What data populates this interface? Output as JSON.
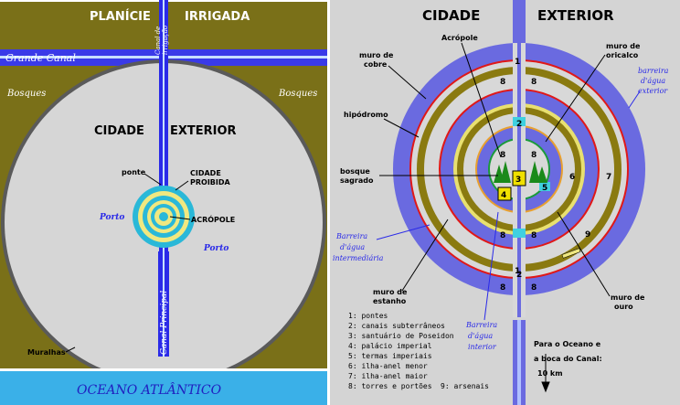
{
  "left": {
    "plain_word1": "PLANÍCIE",
    "plain_word2": "IRRIGADA",
    "grand_canal": "Grande Canal",
    "irrig_canal_1": "Canal de",
    "irrig_canal_2": "irrigação",
    "forest_left": "Bosques",
    "forest_right": "Bosques",
    "city_word1": "CIDADE",
    "city_word2": "EXTERIOR",
    "bridge": "ponte",
    "forbidden_1": "CIDADE",
    "forbidden_2": "PROIBIDA",
    "acropolis": "ACRÓPOLE",
    "port_left": "Porto",
    "port_right": "Porto",
    "main_canal": "Canal Principal",
    "walls": "Muralhas",
    "ocean": "OCEANO ATLÂNTICO",
    "colors": {
      "plain": "#7a7018",
      "city": "#d4d4d4",
      "canal": "#2a2ae0",
      "ocean": "#3ab0e8"
    }
  },
  "right": {
    "city_word1": "CIDADE",
    "city_word2": "EXTERIOR",
    "acropole": "Acrópole",
    "copper_wall_1": "muro de",
    "copper_wall_2": "cobre",
    "oricalc_wall_1": "muro de",
    "oricalc_wall_2": "oricalco",
    "barrier_ext_1": "barreira",
    "barrier_ext_2": "d'água",
    "barrier_ext_3": "exterior",
    "hippodrome": "hipódromo",
    "sacred_1": "bosque",
    "sacred_2": "sagrado",
    "barrier_mid_1": "Barreira",
    "barrier_mid_2": "d'água",
    "barrier_mid_3": "intermediária",
    "tin_wall_1": "muro de",
    "tin_wall_2": "estanho",
    "gold_wall_1": "muro de",
    "gold_wall_2": "ouro",
    "barrier_int_1": "Barreira",
    "barrier_int_2": "d'água",
    "barrier_int_3": "interior",
    "ocean_note_1": "Para o Oceano e",
    "ocean_note_2": "a boca do Canal:",
    "ocean_note_3": "10 km",
    "legend": [
      "1: pontes",
      "2: canais subterrâneos",
      "3: santuário de Poseidon",
      "4: palácio imperial",
      "5: termas imperiais",
      "6: ilha-anel menor",
      "7: ilha-anel maior",
      "8: torres e portões"
    ],
    "legend_extra": "9: arsenais",
    "markers": {
      "m1": "1",
      "m2": "2",
      "m3": "3",
      "m4": "4",
      "m5": "5",
      "m6": "6",
      "m7": "7",
      "m8": "8",
      "m9": "9"
    },
    "colors": {
      "bg": "#d4d4d4",
      "water": "#6a6ae0",
      "ring_red": "#e01818",
      "ring_olive": "#8a7a10",
      "canal": "#2a2ae0"
    }
  }
}
